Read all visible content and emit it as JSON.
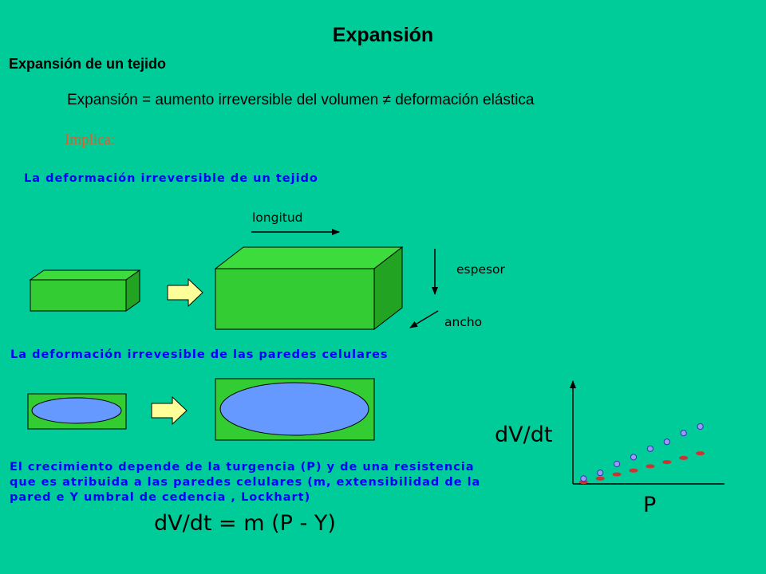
{
  "title": "Expansión",
  "subtitle": "Expansión de un tejido",
  "definition": "Expansión = aumento irreversible del volumen ≠ deformación elástica",
  "implica": "Implica:",
  "section_tissue": {
    "heading": "La deformación irreversible de un tejido",
    "labels": {
      "length": "longitud",
      "thickness": "espesor",
      "width": "ancho"
    }
  },
  "section_walls": {
    "heading": "La deformación irrevesible de las paredes celulares"
  },
  "section_growth": {
    "text": "El crecimiento depende de la turgencia (P) y de una resistencia que es atribuida a las paredes celulares (m, extensibilidad de la pared  e Y umbral de cedencia , Lockhart)",
    "equation": "dV/dt = m (P - Y)"
  },
  "colors": {
    "background": "#00CC99",
    "box_green": "#33CC33",
    "box_top": "#3BDC3B",
    "box_side": "#22A322",
    "cell_blue": "#6699FF",
    "arrow_fill": "#FFFF99",
    "text_blue": "#0000FF",
    "implica": "#CC6633",
    "marker_red": "#CC3333",
    "marker_blue": "#9999FF"
  },
  "chart_data": {
    "type": "scatter",
    "xlabel": "P",
    "ylabel": "dV/dt",
    "series": [
      {
        "values": [
          [
            0.35,
            0.05
          ],
          [
            0.9,
            0.14
          ],
          [
            1.45,
            0.25
          ],
          [
            2.0,
            0.35
          ],
          [
            2.55,
            0.46
          ],
          [
            3.1,
            0.57
          ],
          [
            3.65,
            0.68
          ],
          [
            4.2,
            0.8
          ]
        ]
      },
      {
        "values": [
          [
            0.35,
            0.14
          ],
          [
            0.9,
            0.29
          ],
          [
            1.45,
            0.52
          ],
          [
            2.0,
            0.7
          ],
          [
            2.55,
            0.92
          ],
          [
            3.1,
            1.1
          ],
          [
            3.65,
            1.33
          ],
          [
            4.2,
            1.5
          ]
        ]
      }
    ],
    "xlim": [
      0,
      5
    ],
    "ylim": [
      0,
      2.5
    ]
  }
}
